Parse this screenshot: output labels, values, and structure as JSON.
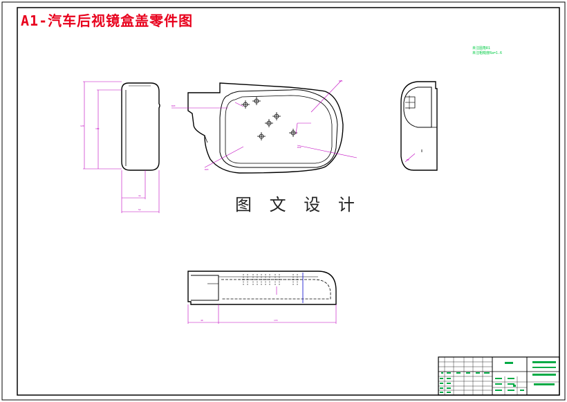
{
  "drawing": {
    "title": "A1-汽车后视镜盒盖零件图",
    "watermark": "图 文 设 计",
    "notes": [
      "未注圆角R1",
      "未注粗糙度Ra=1.6"
    ]
  },
  "colors": {
    "frame": "#000000",
    "outline": "#000000",
    "dimension": "#c000c0",
    "center_line": "#cc0000",
    "note_text": "#00cc44",
    "title_block_text": "#00aa44",
    "hidden_line": "#0000cc"
  }
}
